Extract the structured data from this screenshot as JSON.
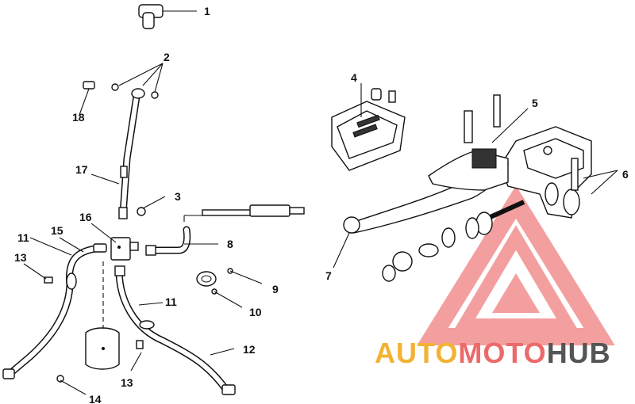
{
  "callouts": [
    "1",
    "2",
    "3",
    "4",
    "5",
    "6",
    "7",
    "8",
    "9",
    "10",
    "11",
    "11",
    "12",
    "13",
    "13",
    "14",
    "15",
    "16",
    "17",
    "18"
  ],
  "watermark": {
    "part1": "AUTO",
    "part2": "MOTO",
    "part3": "HUB",
    "color1": "#f2b233",
    "color2": "#ec6a6a",
    "color3": "#555555"
  }
}
